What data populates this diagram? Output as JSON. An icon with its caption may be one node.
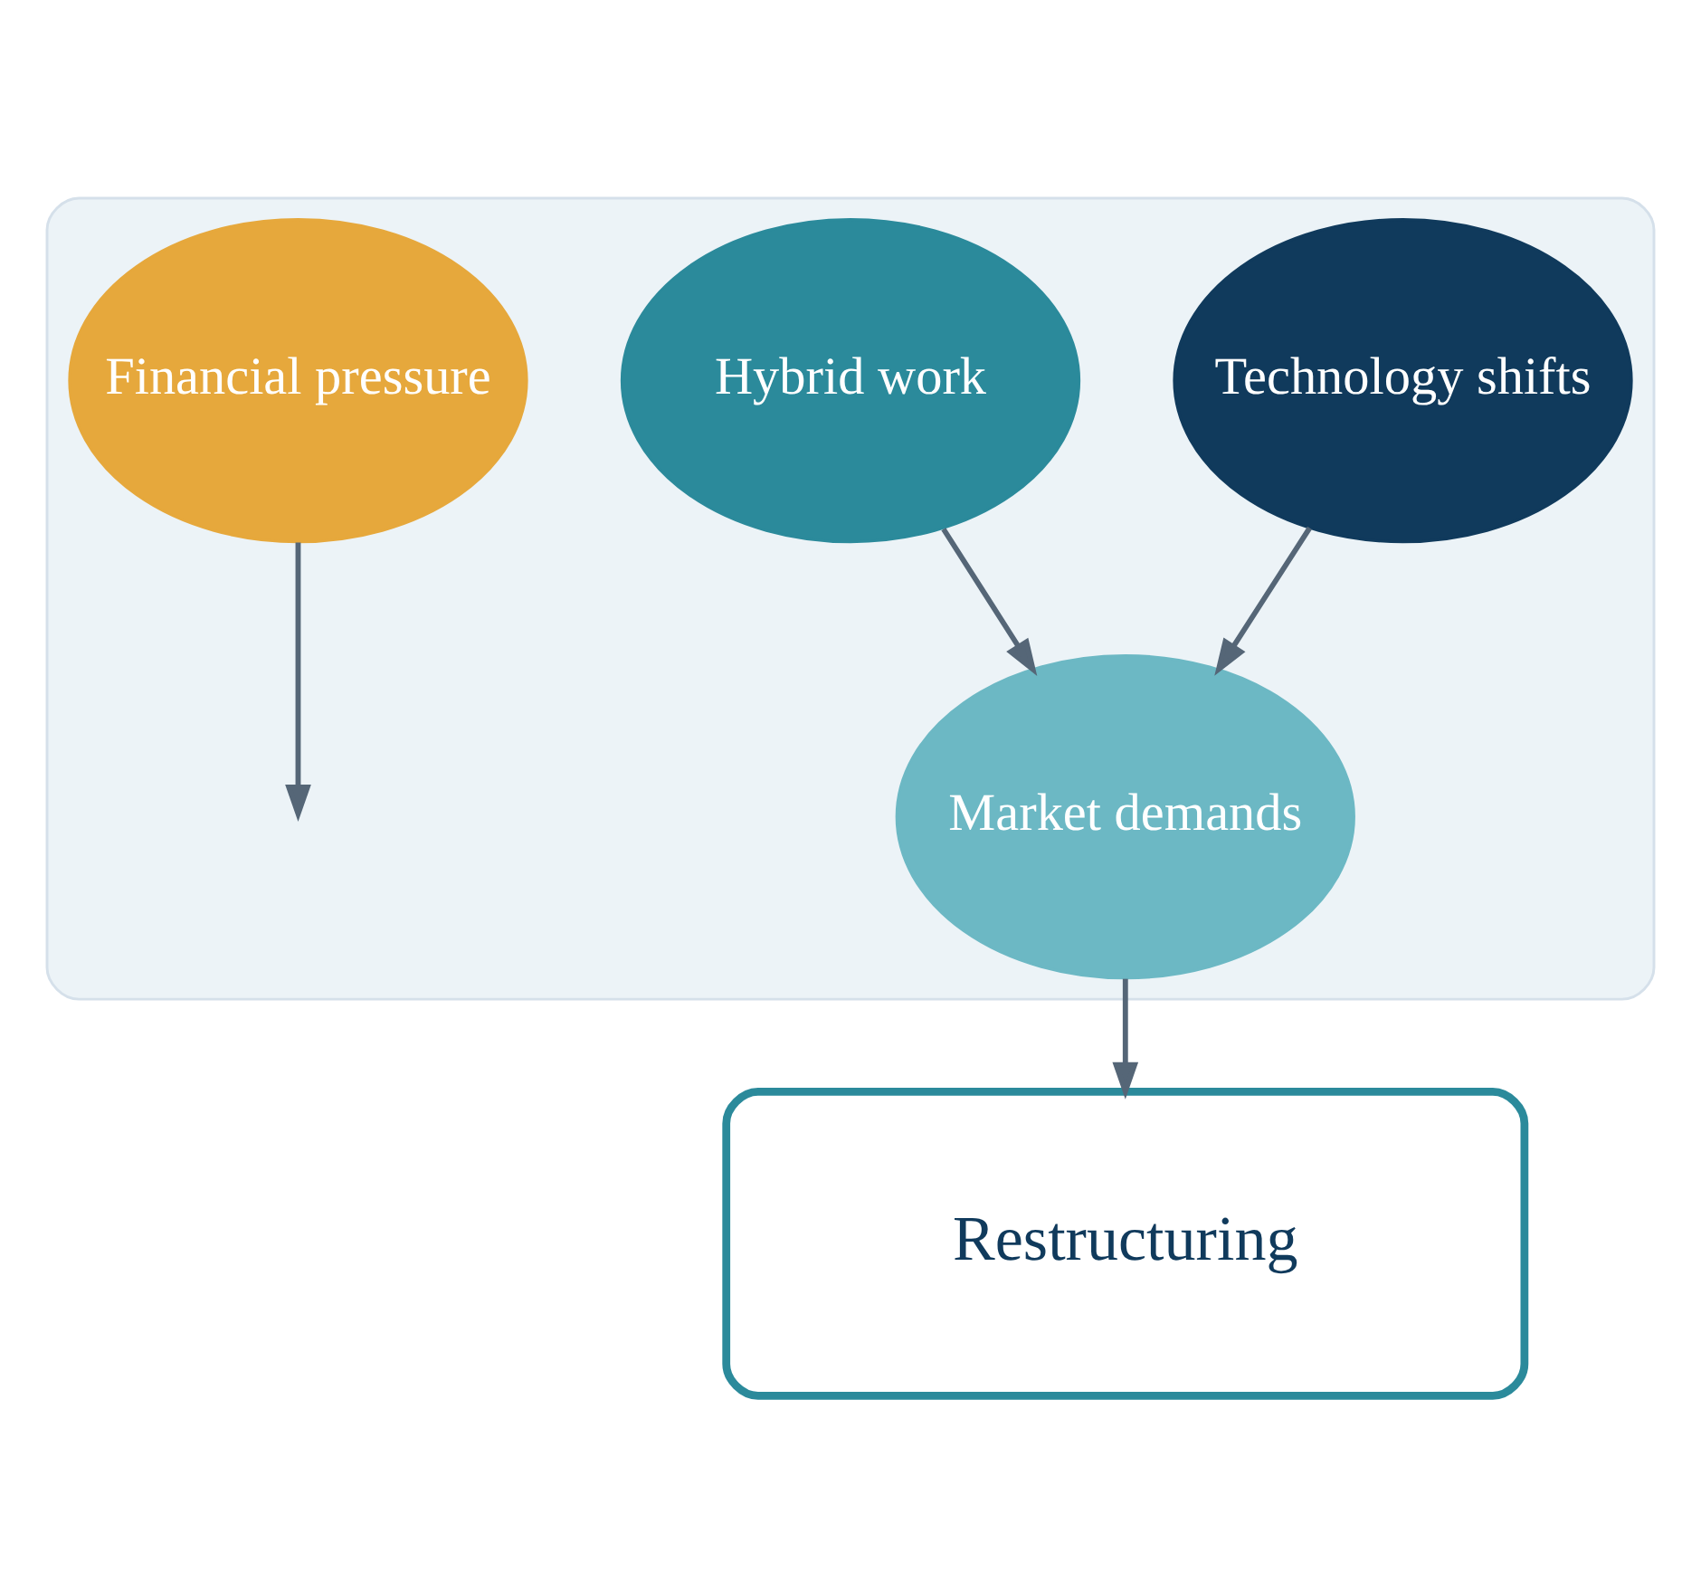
{
  "diagram": {
    "nodes": [
      {
        "text": [],
        "shape": "box"
      },
      {
        "text": [
          "Technology shifts"
        ],
        "in": 0
      },
      {
        "text": [
          "Hybrid work"
        ],
        "in": 0
      },
      {
        "text": [
          "Financial pressure"
        ],
        "in": 0
      },
      {
        "text": [
          "Market demands"
        ],
        "in": 0
      },
      {
        "text": [
          "Restructuring"
        ]
      }
    ],
    "edges": [
      {
        "from": 2,
        "to": 4,
        "arrow": "to"
      },
      {
        "from": 1,
        "to": 4,
        "arrow": "to"
      },
      {
        "from": 3,
        "to": null,
        "arrow": "to"
      },
      {
        "from": 4,
        "to": 5,
        "arrow": "to"
      }
    ]
  }
}
